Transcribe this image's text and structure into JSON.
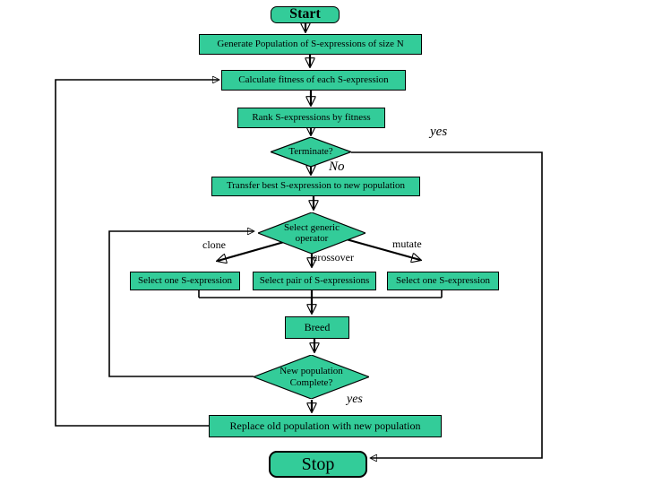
{
  "diagram": {
    "background": "#FFFFFF",
    "node_fill": "#33CC99",
    "node_border": "#000000",
    "line_color": "#000000",
    "nodes": {
      "start": "Start",
      "generate": "Generate Population of S-expressions of size N",
      "calculate": "Calculate fitness of each S-expression",
      "rank": "Rank S-expressions by fitness",
      "terminate": "Terminate?",
      "transfer": "Transfer best S-expression to new population",
      "select_operator": "Select generic operator",
      "select_one_left": "Select one S-expression",
      "select_pair": "Select pair of S-expressions",
      "select_one_right": "Select one S-expression",
      "breed": "Breed",
      "new_population": "New population Complete?",
      "replace": "Replace old population with new population",
      "stop": "Stop"
    },
    "edge_labels": {
      "terminate_yes": "yes",
      "terminate_no": "No",
      "clone": "clone",
      "crossover": "crossover",
      "mutate": "mutate",
      "complete_yes": "yes"
    }
  }
}
